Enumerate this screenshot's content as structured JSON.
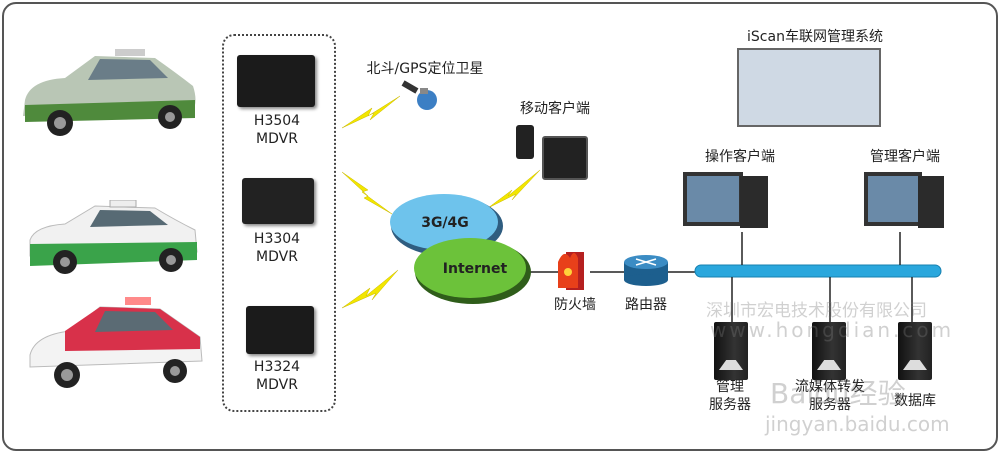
{
  "vehicles": [
    {
      "name": "taxi-silver-green"
    },
    {
      "name": "taxi-white-green"
    },
    {
      "name": "taxi-red-white"
    }
  ],
  "devices": [
    {
      "model": "H3504",
      "type": "MDVR"
    },
    {
      "model": "H3304",
      "type": "MDVR"
    },
    {
      "model": "H3324",
      "type": "MDVR"
    }
  ],
  "satellite_label": "北斗/GPS定位卫星",
  "mobile_label": "移动客户端",
  "cloud_3g": "3G/4G",
  "cloud_internet": "Internet",
  "firewall_label": "防火墙",
  "router_label": "路由器",
  "system_title": "iScan车联网管理系统",
  "operator_client": "操作客户端",
  "admin_client": "管理客户端",
  "servers": [
    {
      "line1": "管理",
      "line2": "服务器"
    },
    {
      "line1": "流媒体转发",
      "line2": "服务器"
    },
    {
      "line1": "数据库",
      "line2": ""
    }
  ],
  "watermarks": {
    "company": "深圳市宏电技术股份有限公司",
    "url": "www.hongdian.com",
    "baidu": "Baidu经验",
    "baidu_url": "jingyan.baidu.com"
  },
  "colors": {
    "cloud_3g": "#6ec3ec",
    "cloud_internet": "#6cc23a",
    "bus": "#2aa7dd",
    "lightning": "#f2e600"
  }
}
